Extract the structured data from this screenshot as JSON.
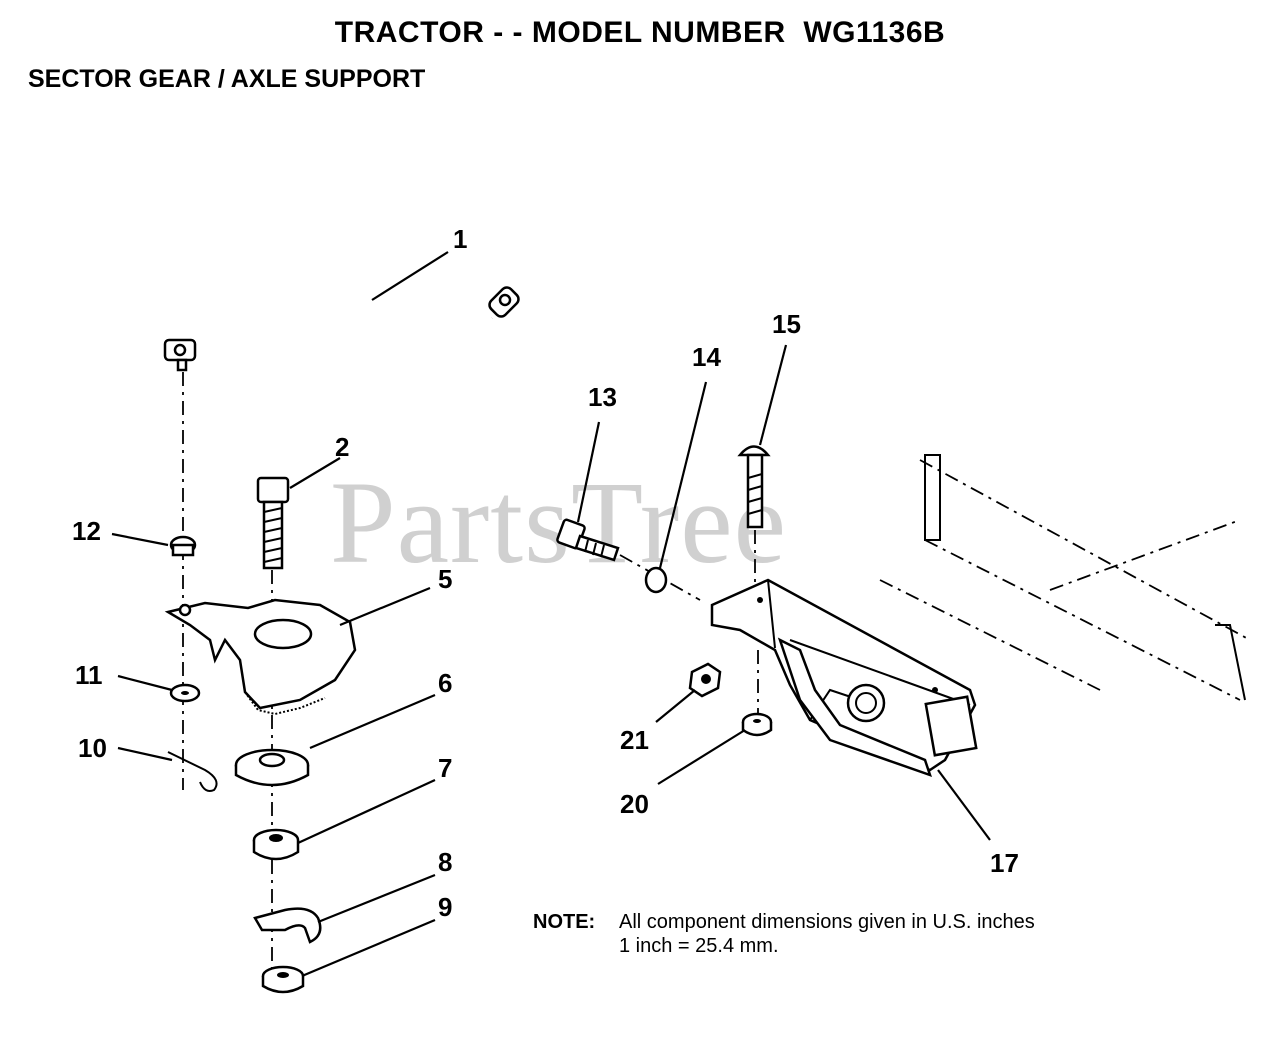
{
  "header": {
    "title": "TRACTOR - - MODEL NUMBER  WG1136B",
    "subtitle": "SECTOR GEAR / AXLE SUPPORT"
  },
  "watermark": "PartsTree",
  "callouts": [
    "1",
    "2",
    "5",
    "6",
    "7",
    "8",
    "9",
    "10",
    "11",
    "12",
    "13",
    "14",
    "15",
    "17",
    "20",
    "21"
  ],
  "note": {
    "label": "NOTE:",
    "line1": "All component dimensions given in U.S. inches",
    "line2": "1 inch = 25.4 mm."
  }
}
